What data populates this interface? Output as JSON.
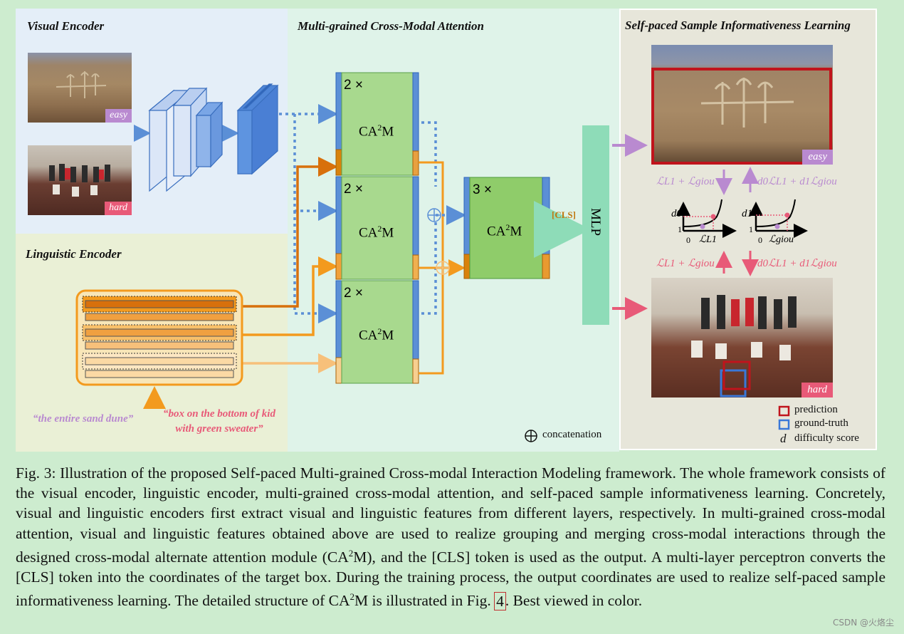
{
  "panels": {
    "visual_encoder": "Visual Encoder",
    "linguistic_encoder": "Linguistic Encoder",
    "attention": "Multi-grained Cross-Modal Attention",
    "self_paced": "Self-paced Sample Informativeness Learning"
  },
  "tags": {
    "easy": "easy",
    "hard": "hard"
  },
  "blocks": {
    "rep2": "2 ×",
    "rep3": "3 ×",
    "ca2m_base": "CA",
    "ca2m_sup": "2",
    "ca2m_tail": "M",
    "cls": "[CLS]",
    "mlp": "MLP"
  },
  "queries": {
    "q1": "“the entire sand dune”",
    "q2_line1": "“box on the bottom of kid",
    "q2_line2": "with green sweater”"
  },
  "losses": {
    "top_left": "ℒL1 + ℒgiou",
    "top_right": "d0ℒL1 + d1ℒgiou",
    "bottom_left": "ℒL1 + ℒgiou",
    "bottom_right": "d0ℒL1 + d1ℒgiou"
  },
  "plots": {
    "left_y": "d0",
    "left_x": "ℒL1",
    "right_y": "d1",
    "right_x": "ℒgiou",
    "tick_one": "1",
    "tick_zero": "0"
  },
  "legend": {
    "concat": "concatenation",
    "prediction": "prediction",
    "ground_truth": "ground-truth",
    "difficulty_symbol": "d",
    "difficulty": "difficulty score"
  },
  "caption": {
    "part1": "Fig. 3: Illustration of the proposed Self-paced Multi-grained Cross-modal Interaction Modeling framework. The whole framework consists of the visual encoder, linguistic encoder, multi-grained cross-modal attention, and self-paced sample informativeness learning. Concretely, visual and linguistic encoders first extract visual and linguistic features from different layers, respectively. In multi-grained cross-modal attention, visual and linguistic features obtained above are used to realize grouping and merging cross-modal interactions through the designed cross-modal alternate attention module (CA",
    "sup": "2",
    "part2": "M), and the [CLS] token is used as the output. A multi-layer perceptron converts the [CLS] token into the coordinates of the target box. During the training process, the output coordinates are used to realize self-paced sample informativeness learning. The detailed structure of CA",
    "sup2": "2",
    "part3": "M is illustrated in Fig. ",
    "ref": "4",
    "part4": ". Best viewed in color."
  },
  "watermark": "CSDN @火烙尘",
  "colors": {
    "visual_bg": "#e4eef8",
    "ling_bg": "#eaf0d6",
    "attn_bg": "#dff3e9",
    "sp_bg": "#e7e6da",
    "blue": "#5b8fd6",
    "green": "#a5d68c",
    "orange": "#f39a1e",
    "purple": "#b98ad0",
    "pink": "#e85a78",
    "mlp": "#8edcb8",
    "red": "#c0141c"
  }
}
